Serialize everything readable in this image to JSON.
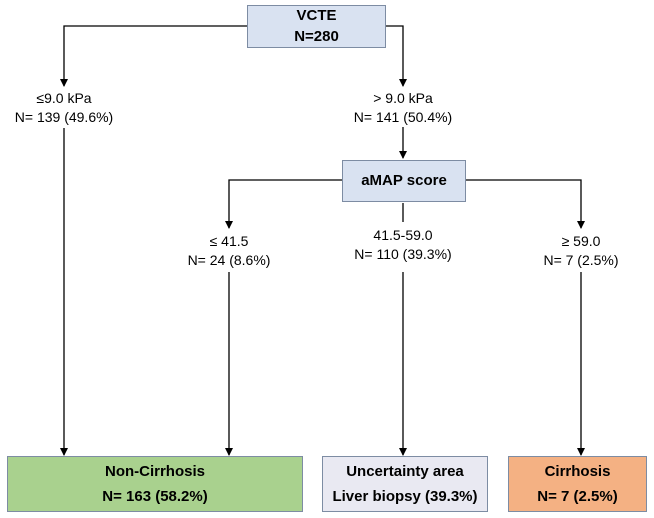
{
  "nodes": {
    "root": {
      "title": "VCTE",
      "count": "N=280",
      "color": "#d9e2f1"
    },
    "amap": {
      "title": "aMAP score",
      "color": "#d9e2f1"
    },
    "non_cirrhosis": {
      "title": "Non-Cirrhosis",
      "count": "N= 163 (58.2%)",
      "color": "#a9d18e"
    },
    "uncertainty": {
      "title": "Uncertainty area",
      "count": "Liver biopsy (39.3%)",
      "color": "#e9e9f2"
    },
    "cirrhosis": {
      "title": "Cirrhosis",
      "count": "N= 7 (2.5%)",
      "color": "#f4b183"
    }
  },
  "branches": {
    "vcte_low": {
      "threshold": "≤9.0 kPa",
      "count": "N= 139 (49.6%)"
    },
    "vcte_high": {
      "threshold": "> 9.0 kPa",
      "count": "N= 141 (50.4%)"
    },
    "amap_low": {
      "threshold": "≤ 41.5",
      "count": "N= 24 (8.6%)"
    },
    "amap_mid": {
      "threshold": "41.5-59.0",
      "count": "N= 110 (39.3%)"
    },
    "amap_high": {
      "threshold": "≥ 59.0",
      "count": "N= 7 (2.5%)"
    }
  }
}
